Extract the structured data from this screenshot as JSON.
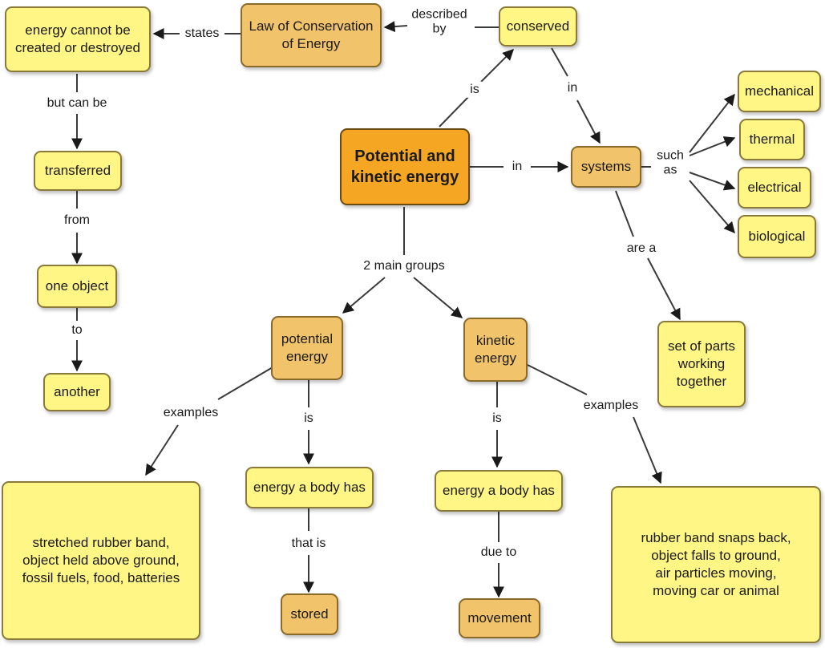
{
  "nodes": {
    "central": "Potential and\nkinetic energy",
    "conserved": "conserved",
    "law": "Law of Conservation\nof Energy",
    "cannot_create": "energy cannot be\ncreated or destroyed",
    "transferred": "transferred",
    "one_object": "one object",
    "another": "another",
    "systems": "systems",
    "mechanical": "mechanical",
    "thermal": "thermal",
    "electrical": "electrical",
    "biological": "biological",
    "set_of_parts": "set of parts\nworking\ntogether",
    "potential_energy": "potential\nenergy",
    "kinetic_energy": "kinetic\nenergy",
    "energy_body_has_1": "energy a body has",
    "energy_body_has_2": "energy a body has",
    "stored": "stored",
    "movement": "movement",
    "potential_examples": "stretched rubber band,\nobject held above ground,\nfossil fuels, food, batteries",
    "kinetic_examples": "rubber band snaps back,\nobject falls to ground,\nair particles moving,\nmoving car or animal"
  },
  "links": {
    "described_by": "described\nby",
    "states": "states",
    "but_can_be": "but can be",
    "from": "from",
    "to": "to",
    "is_top": "is",
    "in_conserved": "in",
    "in_central": "in",
    "such_as": "such\nas",
    "are_a": "are a",
    "two_main_groups": "2 main groups",
    "examples_left": "examples",
    "is_potential": "is",
    "that_is": "that is",
    "is_kinetic": "is",
    "due_to": "due to",
    "examples_right": "examples"
  },
  "colors": {
    "yellow_node": "#fff685",
    "tan_node": "#f1c36a",
    "central_node": "#f5a623",
    "line": "#3a3a3a"
  }
}
